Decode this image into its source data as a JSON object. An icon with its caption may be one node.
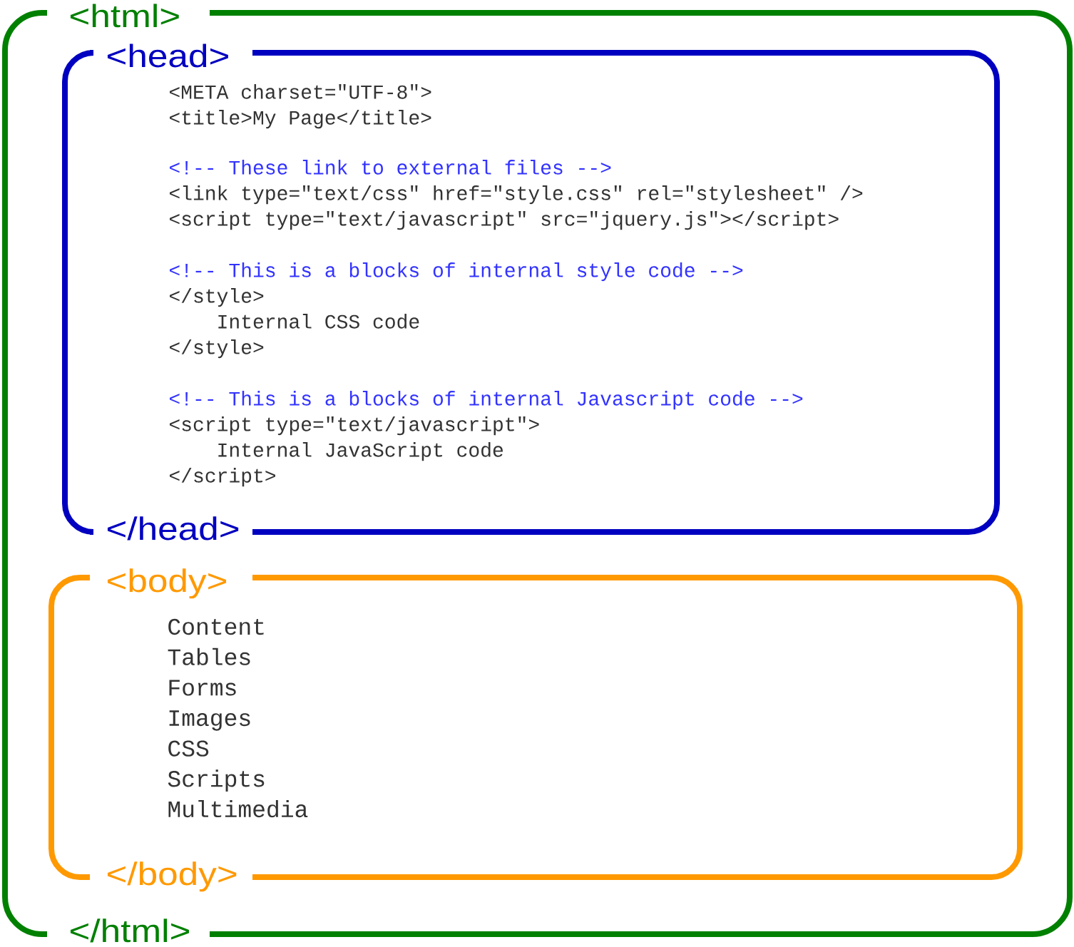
{
  "diagram": {
    "nodes": [
      {
        "text": [
          "<html>",
          "</html>"
        ]
      },
      {
        "text": [
          "<head>",
          "<META charset=\"UTF-8\">",
          "<title>My Page</title>",
          "<!-- These link to external files -->",
          "<link type=\"text/css\" href=\"style.css\" rel=\"stylesheet\" />",
          "<script type=\"text/javascript\" src=\"jquery.js\"></script>",
          "<!-- This is a blocks of internal style code -->",
          "</style>",
          "Internal CSS code",
          "</style>",
          "<!-- This is a blocks of internal Javascript code -->",
          "<script type=\"text/javascript\">",
          "Internal JavaScript code",
          "</script>",
          "</head>"
        ],
        "in": 0
      },
      {
        "text": [
          "<body>",
          "Content",
          "Tables",
          "Forms",
          "Images",
          "CSS",
          "Scripts",
          "Multimedia",
          "</body>"
        ],
        "in": 0
      }
    ]
  }
}
